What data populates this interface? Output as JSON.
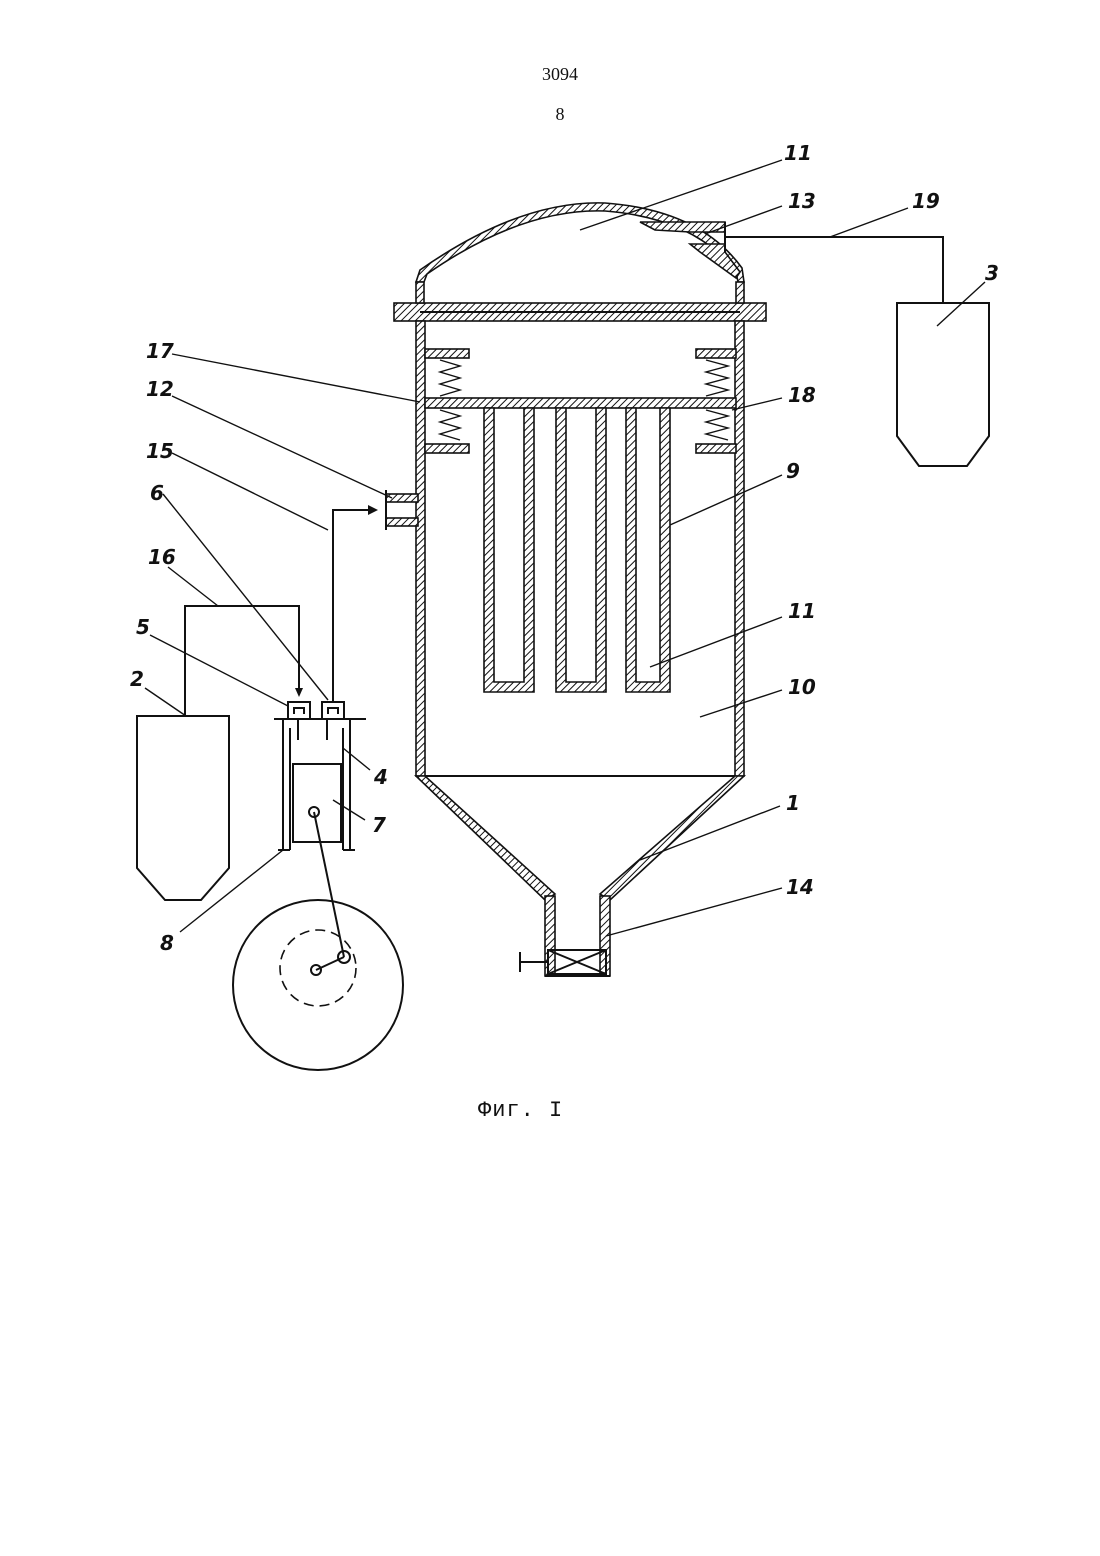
{
  "header": {
    "document_number": "3094",
    "page_number": "8"
  },
  "caption": "Фиг. I",
  "labels": {
    "l1": "1",
    "l2": "2",
    "l3": "3",
    "l4": "4",
    "l5": "5",
    "l6": "6",
    "l7": "7",
    "l8": "8",
    "l9": "9",
    "l10": "10",
    "l11a": "11",
    "l11b": "11",
    "l12": "12",
    "l13": "13",
    "l14": "14",
    "l15": "15",
    "l16": "16",
    "l17": "17",
    "l18": "18",
    "l19": "19"
  }
}
